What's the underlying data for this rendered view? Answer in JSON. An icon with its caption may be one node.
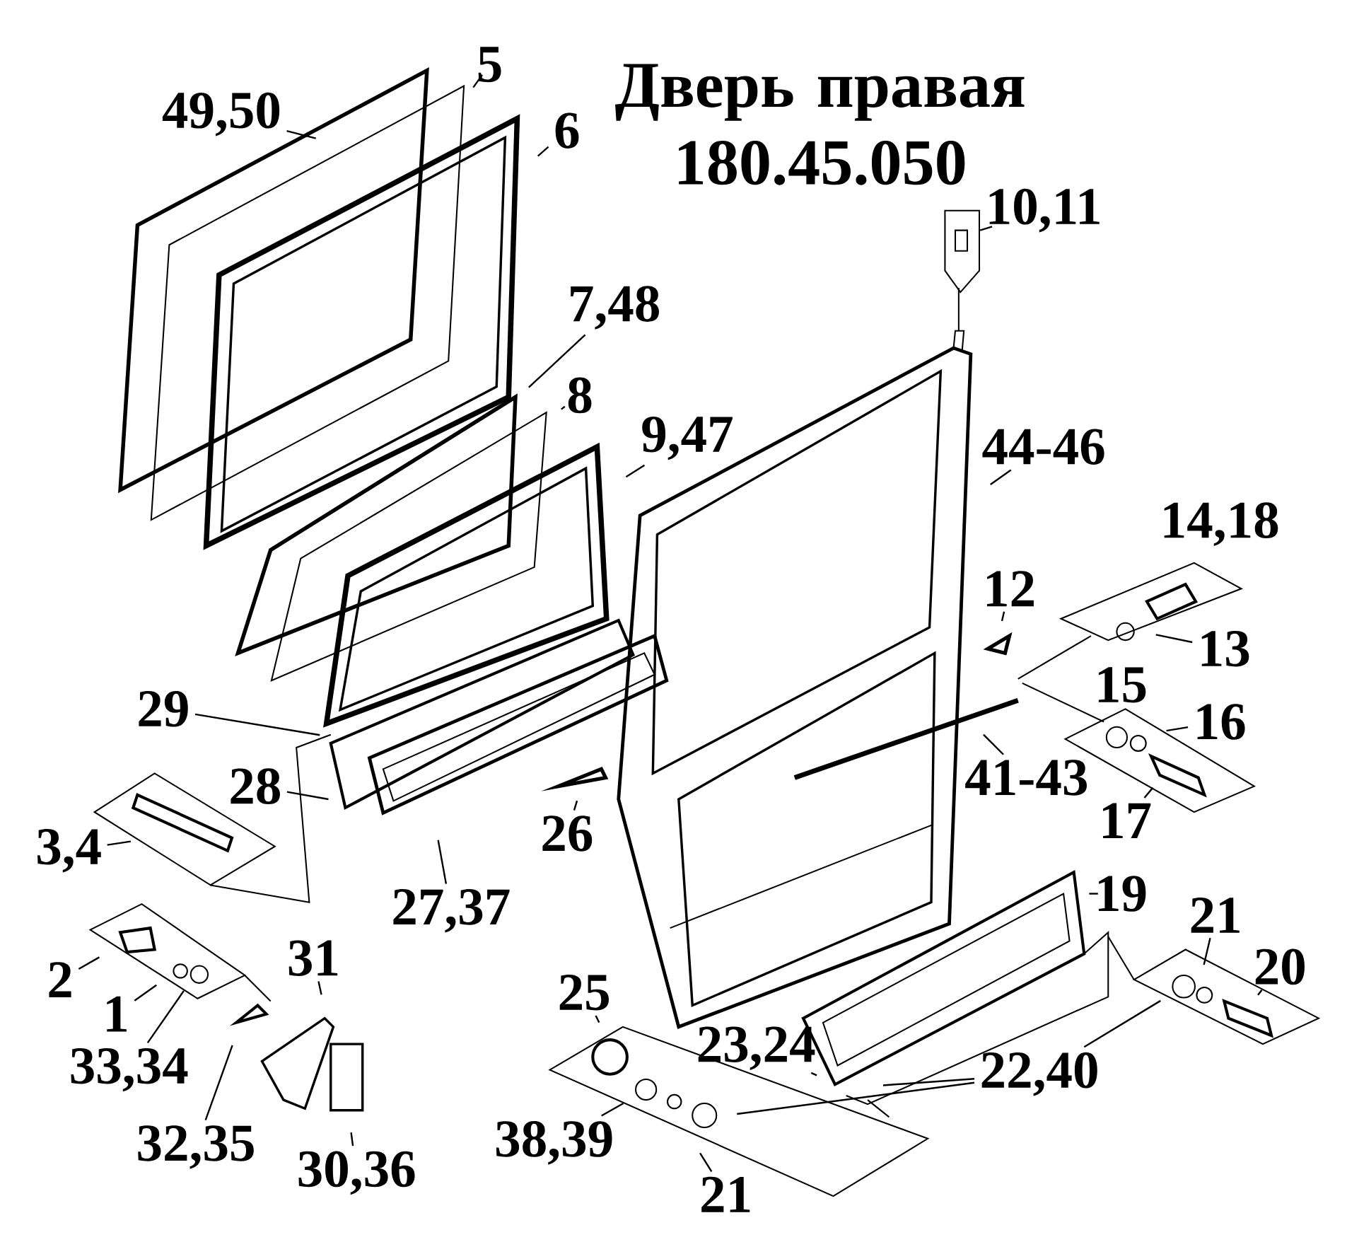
{
  "diagram": {
    "title": "Дверь правая 180.45.050",
    "nodes": [
      {
        "text": [
          "5"
        ]
      },
      {
        "text": [
          "49,50"
        ]
      },
      {
        "text": [
          "6"
        ]
      },
      {
        "text": [
          "10,11"
        ]
      },
      {
        "text": [
          "7,48"
        ]
      },
      {
        "text": [
          "8"
        ]
      },
      {
        "text": [
          "9,47"
        ]
      },
      {
        "text": [
          "44-46"
        ]
      },
      {
        "text": [
          "14,18"
        ]
      },
      {
        "text": [
          "12"
        ]
      },
      {
        "text": [
          "13"
        ]
      },
      {
        "text": [
          "15"
        ]
      },
      {
        "text": [
          "29"
        ]
      },
      {
        "text": [
          "16"
        ]
      },
      {
        "text": [
          "41-43"
        ]
      },
      {
        "text": [
          "28"
        ]
      },
      {
        "text": [
          "17"
        ]
      },
      {
        "text": [
          "26"
        ]
      },
      {
        "text": [
          "3,4"
        ]
      },
      {
        "text": [
          "19"
        ]
      },
      {
        "text": [
          "27,37"
        ]
      },
      {
        "text": [
          "21"
        ]
      },
      {
        "text": [
          "31"
        ]
      },
      {
        "text": [
          "20"
        ]
      },
      {
        "text": [
          "2"
        ]
      },
      {
        "text": [
          "25"
        ]
      },
      {
        "text": [
          "1"
        ]
      },
      {
        "text": [
          "23,24"
        ]
      },
      {
        "text": [
          "33,34"
        ]
      },
      {
        "text": [
          "22,40"
        ]
      },
      {
        "text": [
          "38,39"
        ]
      },
      {
        "text": [
          "32,35"
        ]
      },
      {
        "text": [
          "30,36"
        ]
      },
      {
        "text": [
          "21"
        ]
      }
    ],
    "edges": [
      {
        "from": 0,
        "to": null,
        "arrow": "none"
      },
      {
        "from": 1,
        "to": null,
        "arrow": "none"
      },
      {
        "from": 2,
        "to": null,
        "arrow": "none"
      },
      {
        "from": 3,
        "to": null,
        "arrow": "none"
      },
      {
        "from": 4,
        "to": null,
        "arrow": "none"
      },
      {
        "from": 5,
        "to": null,
        "arrow": "none"
      },
      {
        "from": 6,
        "to": null,
        "arrow": "none"
      },
      {
        "from": 7,
        "to": null,
        "arrow": "none"
      },
      {
        "from": 9,
        "to": null,
        "arrow": "none"
      },
      {
        "from": 10,
        "to": null,
        "arrow": "none"
      },
      {
        "from": 13,
        "to": null,
        "arrow": "none"
      },
      {
        "from": 14,
        "to": null,
        "arrow": "none"
      },
      {
        "from": 12,
        "to": null,
        "arrow": "none"
      },
      {
        "from": 15,
        "to": null,
        "arrow": "none"
      },
      {
        "from": 16,
        "to": null,
        "arrow": "none"
      },
      {
        "from": 17,
        "to": null,
        "arrow": "none"
      },
      {
        "from": 18,
        "to": null,
        "arrow": "none"
      },
      {
        "from": 19,
        "to": null,
        "arrow": "none"
      },
      {
        "from": 20,
        "to": null,
        "arrow": "none"
      },
      {
        "from": 21,
        "to": null,
        "arrow": "none"
      },
      {
        "from": 22,
        "to": null,
        "arrow": "none"
      },
      {
        "from": 23,
        "to": null,
        "arrow": "none"
      },
      {
        "from": 24,
        "to": null,
        "arrow": "none"
      },
      {
        "from": 25,
        "to": null,
        "arrow": "none"
      },
      {
        "from": 26,
        "to": null,
        "arrow": "none"
      },
      {
        "from": 27,
        "to": null,
        "arrow": "none"
      },
      {
        "from": 28,
        "to": null,
        "arrow": "none"
      },
      {
        "from": 29,
        "to": null,
        "arrow": "none"
      },
      {
        "from": 29,
        "to": null,
        "arrow": "none"
      },
      {
        "from": 29,
        "to": null,
        "arrow": "none"
      },
      {
        "from": 30,
        "to": null,
        "arrow": "none"
      },
      {
        "from": 31,
        "to": null,
        "arrow": "none"
      },
      {
        "from": 32,
        "to": null,
        "arrow": "none"
      },
      {
        "from": 33,
        "to": null,
        "arrow": "none"
      }
    ]
  }
}
